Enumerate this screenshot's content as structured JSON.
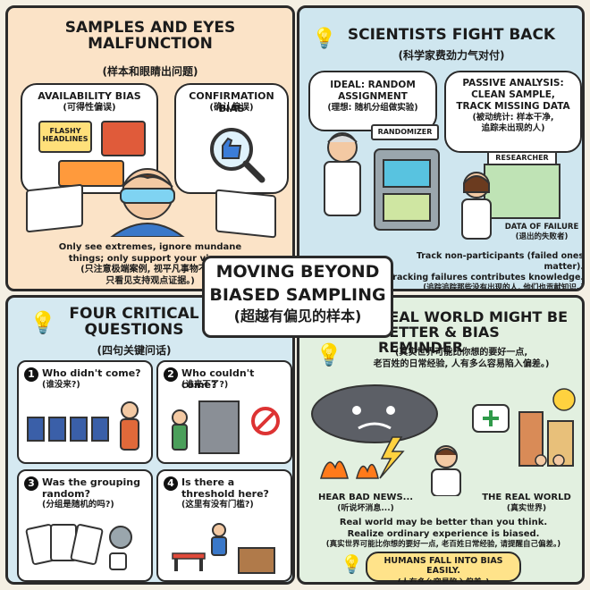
{
  "center": {
    "title_line1": "MOVING BEYOND",
    "title_line2": "BIASED SAMPLING",
    "title_cn": "(超越有偏见的样本)"
  },
  "panel1": {
    "title_line1": "SAMPLES AND EYES",
    "title_line2": "MALFUNCTION",
    "title_cn": "(样本和眼睛出问题)",
    "availability_title": "AVAILABILITY BIAS",
    "availability_cn": "(可得性偏误)",
    "confirmation_title": "CONFIRMATION BIAS",
    "confirmation_cn": "(确认偏误)",
    "flashy_label_1": "FLASHY",
    "flashy_label_2": "HEADLINES",
    "caption_line1": "Only see extremes, ignore mundane",
    "caption_line2": "things; only support your views.",
    "caption_cn_1": "(只注意极端案例, 视平凡事物不见;",
    "caption_cn_2": "只看见支持观点证据。)"
  },
  "panel2": {
    "title": "SCIENTISTS FIGHT BACK",
    "title_cn": "(科学家费劲力气对付)",
    "ideal_line1": "IDEAL: RANDOM",
    "ideal_line2": "ASSIGNMENT",
    "ideal_cn": "(理想: 随机分组做实验)",
    "randomizer": "RANDOMIZER",
    "passive_line1": "PASSIVE ANALYSIS:",
    "passive_line2": "CLEAN SAMPLE,",
    "passive_line3": "TRACK MISSING DATA",
    "passive_cn_1": "(被动统计: 样本干净,",
    "passive_cn_2": "追踪未出现的人)",
    "researcher": "RESEARCHER",
    "failure_label": "DATA OF FAILURE",
    "failure_cn": "(退出的失败者)",
    "caption_line1": "Track non-participants (failed ones matter).",
    "caption_line2": "Tracking failures contributes knowledge.",
    "caption_cn": "(追踪追踪那些没有出现的人, 他们也贡献知识。)"
  },
  "panel3": {
    "title_line1": "FOUR CRITICAL",
    "title_line2": "QUESTIONS",
    "title_cn": "(四句关键问话)",
    "questions": [
      {
        "num": "1",
        "text": "Who didn't come?",
        "cn": "(谁没来?)"
      },
      {
        "num": "2",
        "text": "Who couldn't come?",
        "cn": "(谁来不了?)"
      },
      {
        "num": "3",
        "text": "Was the grouping random?",
        "cn": "(分组是随机的吗?)"
      },
      {
        "num": "4",
        "text": "Is there a threshold here?",
        "cn": "(这里有没有门槛?)"
      }
    ]
  },
  "panel4": {
    "title_line1": "REAL WORLD MIGHT BE",
    "title_line2": "BETTER & BIAS REMINDER",
    "title_cn_1": "(真实世界可能比你想的要好一点,",
    "title_cn_2": "老百姓的日常经验, 人有多么容易陷入偏差。)",
    "bad_news": "HEAR BAD NEWS...",
    "bad_news_cn": "(听说坏消息...)",
    "real_world": "THE REAL WORLD",
    "real_world_cn": "(真实世界)",
    "caption_line1": "Real world may be better than you think.",
    "caption_line2": "Realize ordinary experience is biased.",
    "caption_cn": "(真实世界可能比你想的要好一点, 老百姓日常经验, 请提醒自己偏差。)",
    "reminder": "HUMANS FALL INTO BIAS EASILY.",
    "reminder_cn": "(人有多么容易陷入偏差。)"
  },
  "colors": {
    "panel1_bg": "#fbe3c7",
    "panel2_bg": "#cfe6ef",
    "panel3_bg": "#d5e9f1",
    "panel4_bg": "#e2f0e0",
    "accent_yellow": "#ffd23f",
    "storm": "#5c5f66"
  }
}
